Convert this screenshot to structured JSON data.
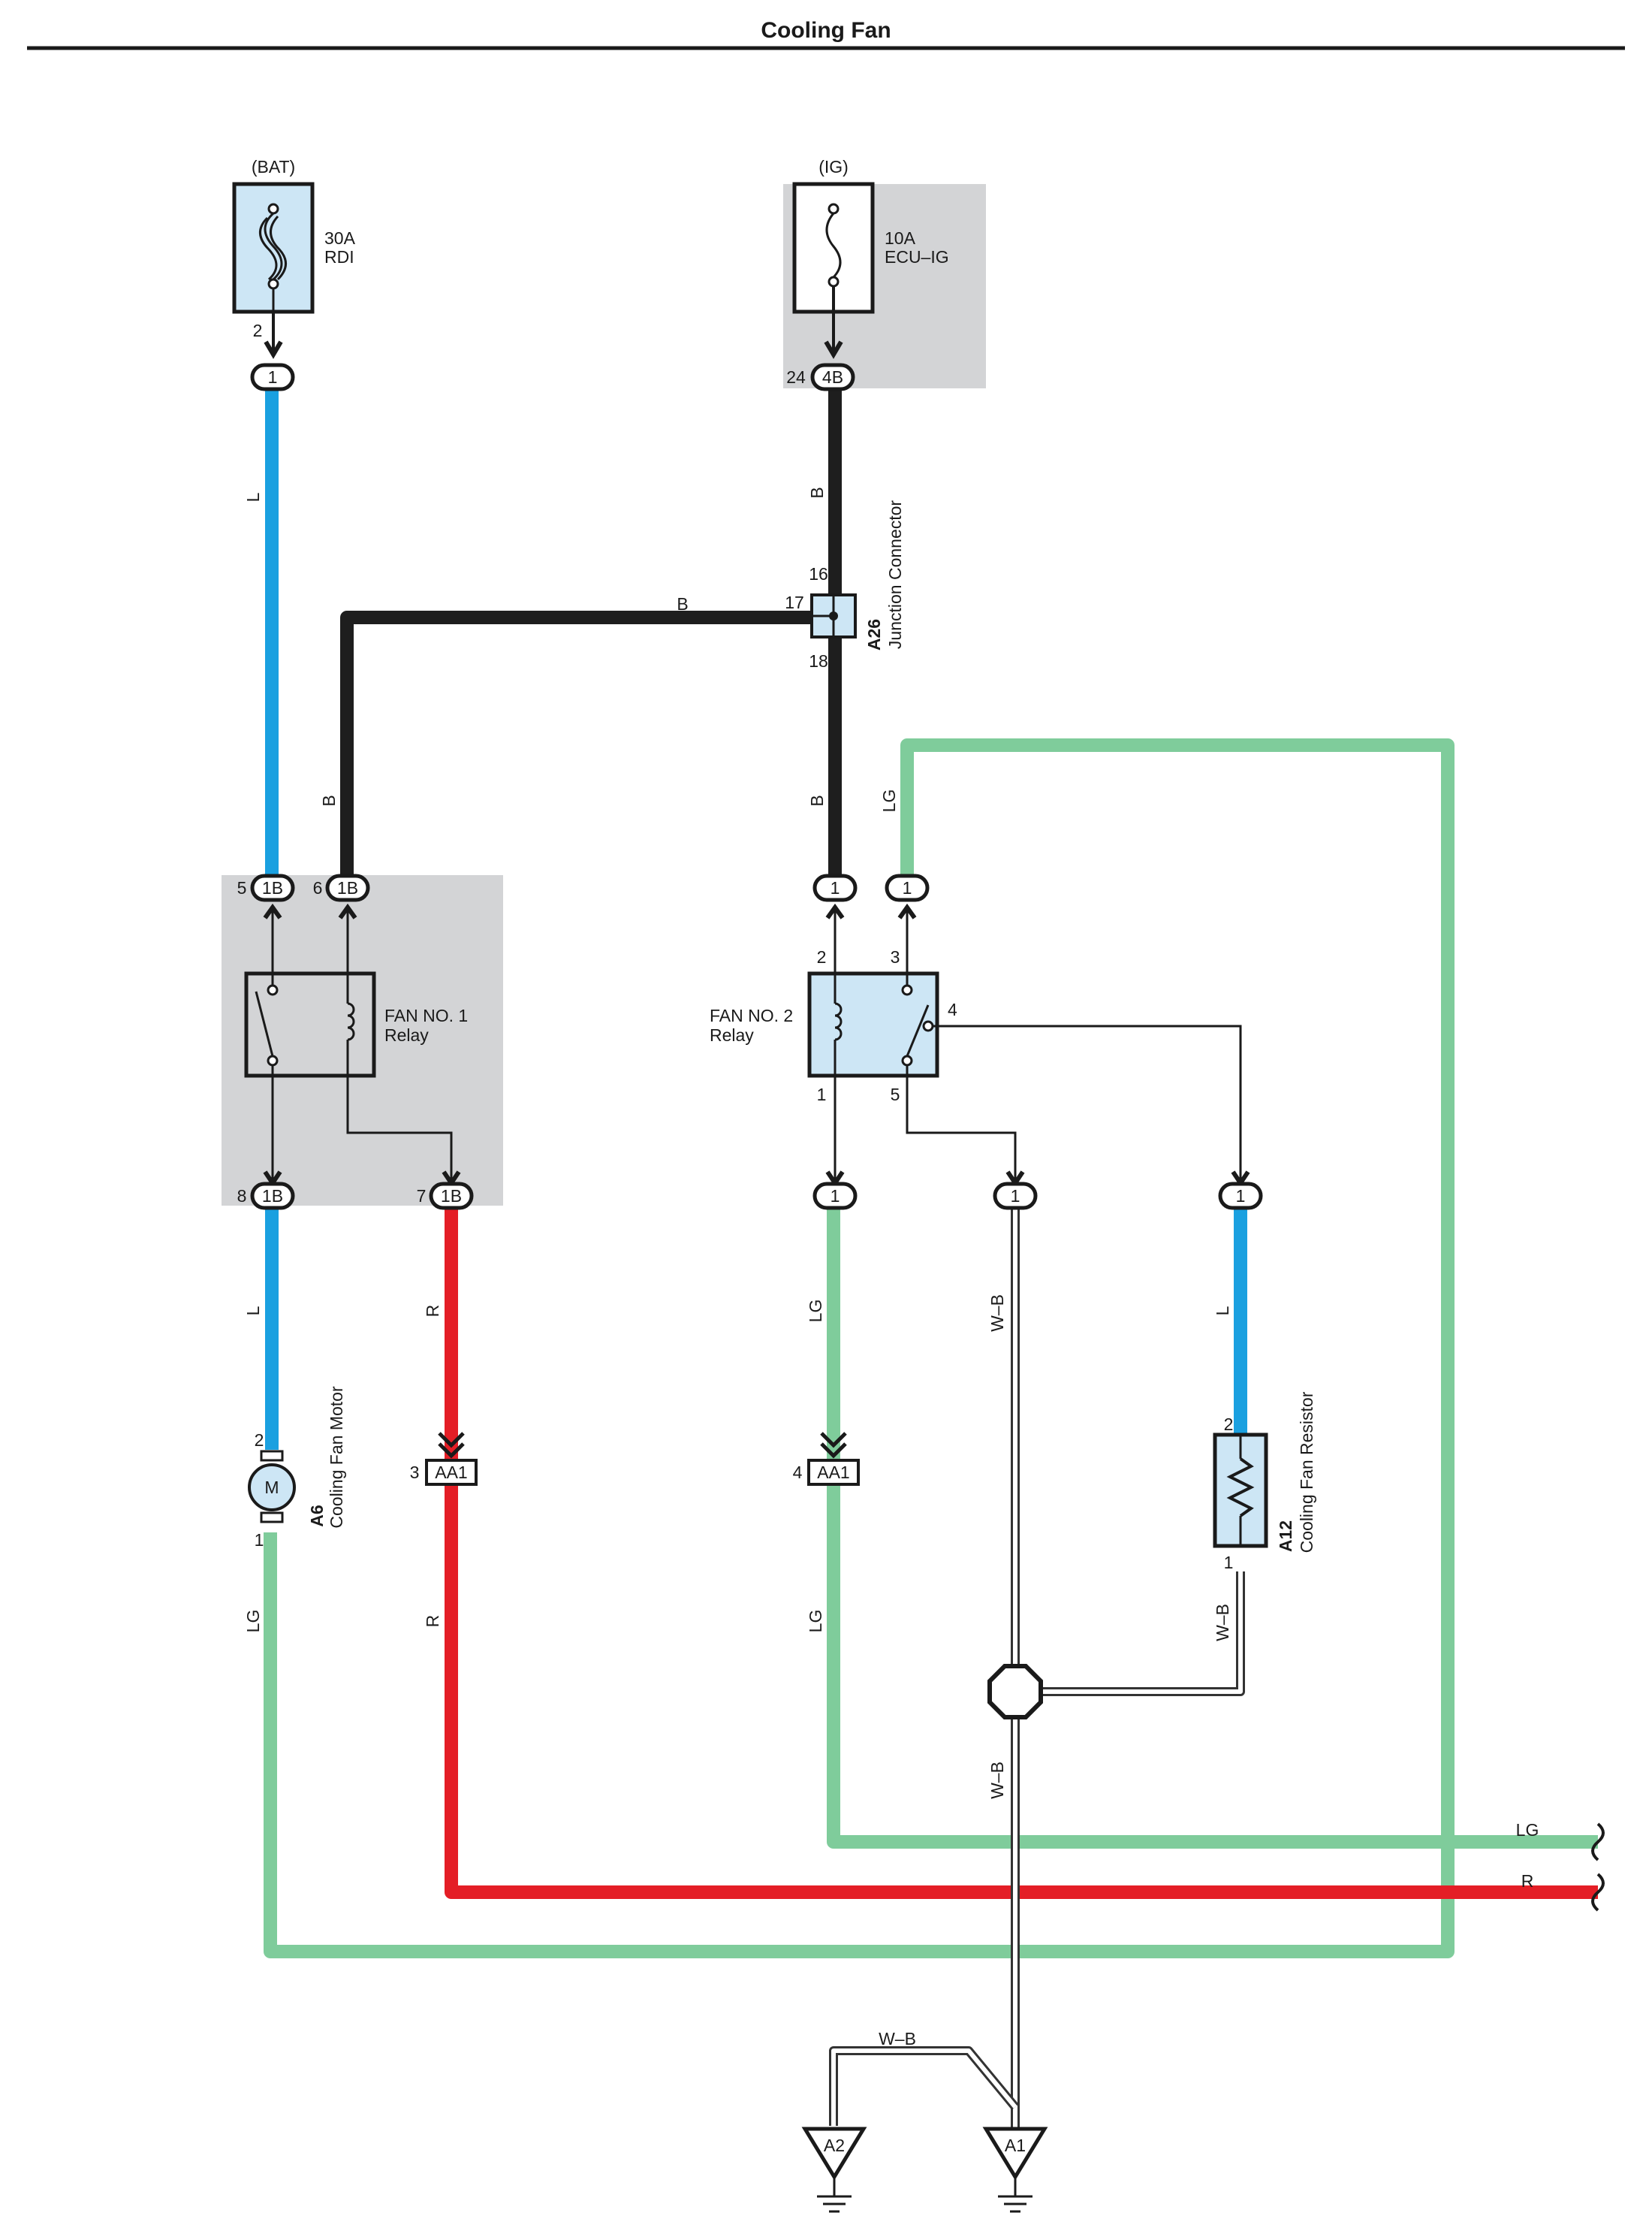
{
  "title": "Cooling Fan",
  "colors": {
    "L": "#1aa0e0",
    "B": "#1e1e1e",
    "LG": "#7fcc9b",
    "R": "#e41e26",
    "WB": "#555555",
    "box_gray": "#d3d4d6",
    "comp_blue": "#cde6f5"
  },
  "sources": {
    "bat": {
      "label": "(BAT)",
      "amp": "30A",
      "name": "RDI",
      "pin": "2",
      "conn": "1"
    },
    "ig": {
      "label": "(IG)",
      "amp": "10A",
      "name": "ECU–IG",
      "pin": "24",
      "conn": "4B"
    }
  },
  "junction": {
    "code": "A26",
    "name": "Junction Connector",
    "pins": [
      "16",
      "17",
      "18"
    ]
  },
  "relay1": {
    "name_line1": "FAN NO. 1",
    "name_line2": "Relay",
    "connectors": [
      {
        "pin": "5",
        "conn": "1B"
      },
      {
        "pin": "6",
        "conn": "1B"
      },
      {
        "pin": "8",
        "conn": "1B"
      },
      {
        "pin": "7",
        "conn": "1B"
      }
    ]
  },
  "relay2": {
    "name_line1": "FAN NO. 2",
    "name_line2": "Relay",
    "pins": [
      "2",
      "3",
      "4",
      "1",
      "5"
    ],
    "conn": "1"
  },
  "motor": {
    "code": "A6",
    "name": "Cooling Fan Motor",
    "symbol": "M",
    "pin_top": "2",
    "pin_bottom": "1"
  },
  "resistor": {
    "code": "A12",
    "name": "Cooling Fan Resistor",
    "pin_top": "2",
    "pin_bottom": "1"
  },
  "aa1": [
    {
      "pin": "3",
      "conn": "AA1"
    },
    {
      "pin": "4",
      "conn": "AA1"
    }
  ],
  "grounds": [
    "A2",
    "A1"
  ],
  "wire_labels": {
    "L": "L",
    "B": "B",
    "LG": "LG",
    "R": "R",
    "WB": "W–B"
  }
}
